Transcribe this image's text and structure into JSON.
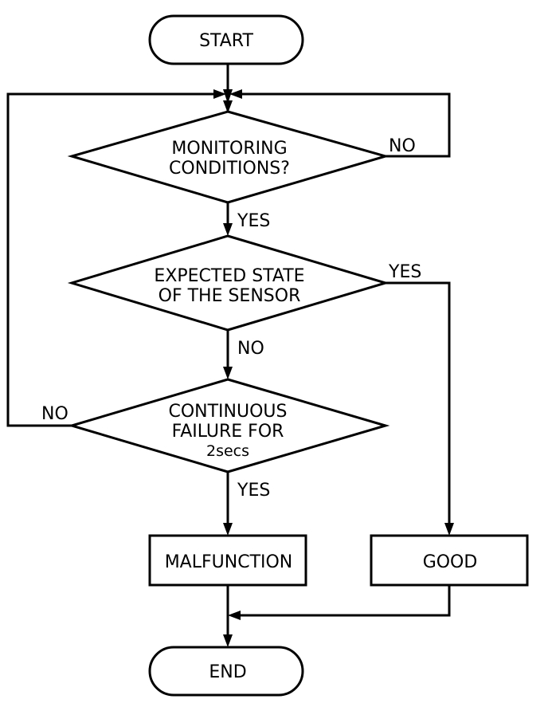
{
  "flowchart": {
    "start": "START",
    "end": "END",
    "monitoring": {
      "line1": "MONITORING",
      "line2": "CONDITIONS?"
    },
    "expected": {
      "line1": "EXPECTED STATE",
      "line2": "OF THE SENSOR"
    },
    "continuous": {
      "line1": "CONTINUOUS",
      "line2": "FAILURE FOR",
      "line3": "2secs"
    },
    "malfunction": "MALFUNCTION",
    "good": "GOOD",
    "labels": {
      "monitoring_no": "NO",
      "monitoring_yes": "YES",
      "expected_yes": "YES",
      "expected_no": "NO",
      "continuous_no": "NO",
      "continuous_yes": "YES"
    }
  }
}
